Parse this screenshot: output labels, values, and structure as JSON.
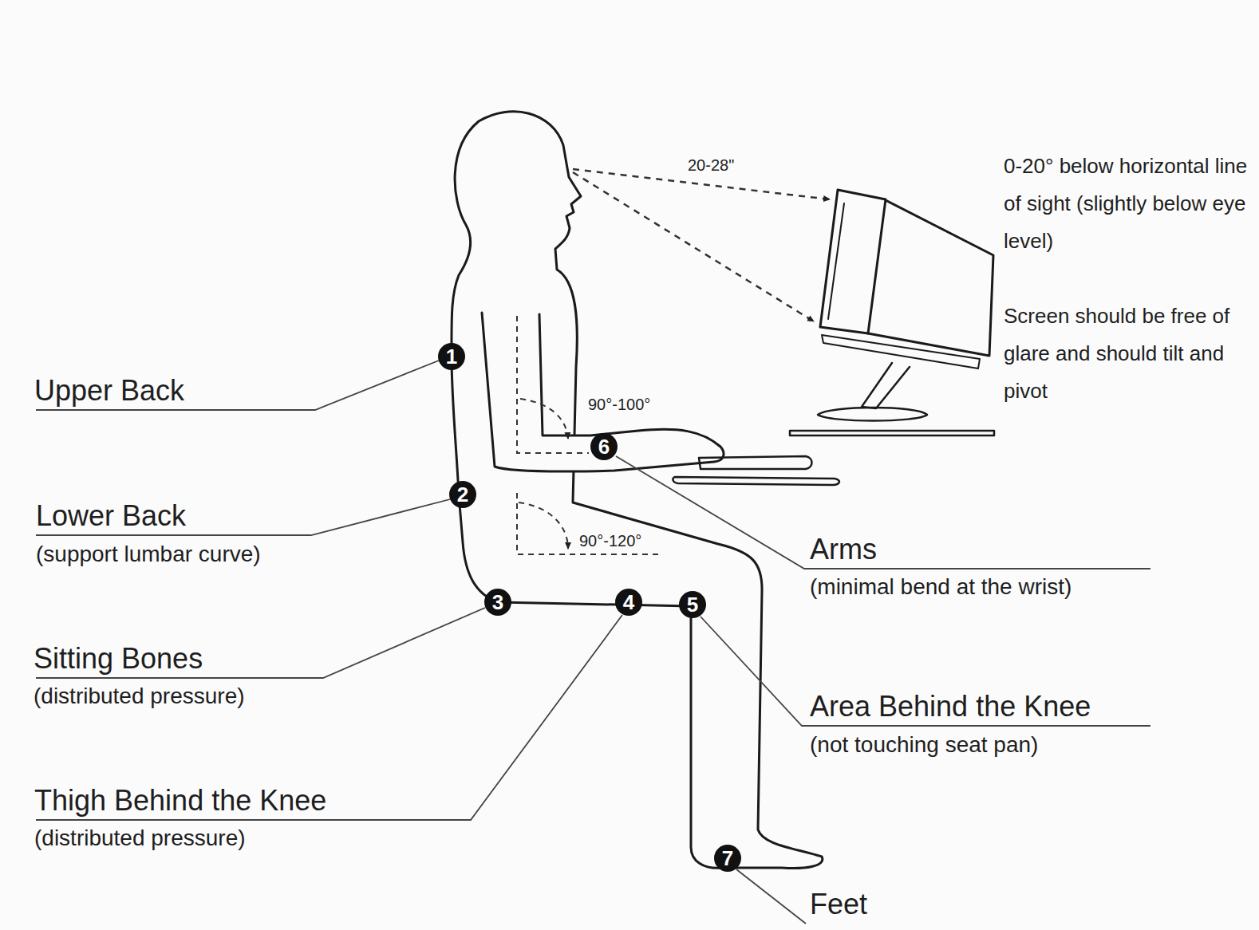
{
  "diagram": {
    "nodes": [
      {
        "text": [
          "1"
        ]
      },
      {
        "text": [
          "2"
        ]
      },
      {
        "text": [
          "3"
        ]
      },
      {
        "text": [
          "4"
        ]
      },
      {
        "text": [
          "5"
        ]
      },
      {
        "text": [
          "6"
        ]
      },
      {
        "text": [
          "7"
        ]
      }
    ],
    "labels": [
      "Upper Back",
      "Lower Back",
      "(support lumbar curve)",
      "Sitting Bones",
      "(distributed pressure)",
      "Thigh Behind the Knee",
      "(distributed pressure)",
      "Arms",
      "(minimal bend at the wrist)",
      "Area Behind the Knee",
      "(not touching seat pan)",
      "Feet",
      "20-28\"",
      "0-20° below horizontal line of sight (slightly below eye level)",
      "Screen should be free of glare and should tilt and pivot",
      "90°-100°",
      "90°-120°"
    ]
  }
}
